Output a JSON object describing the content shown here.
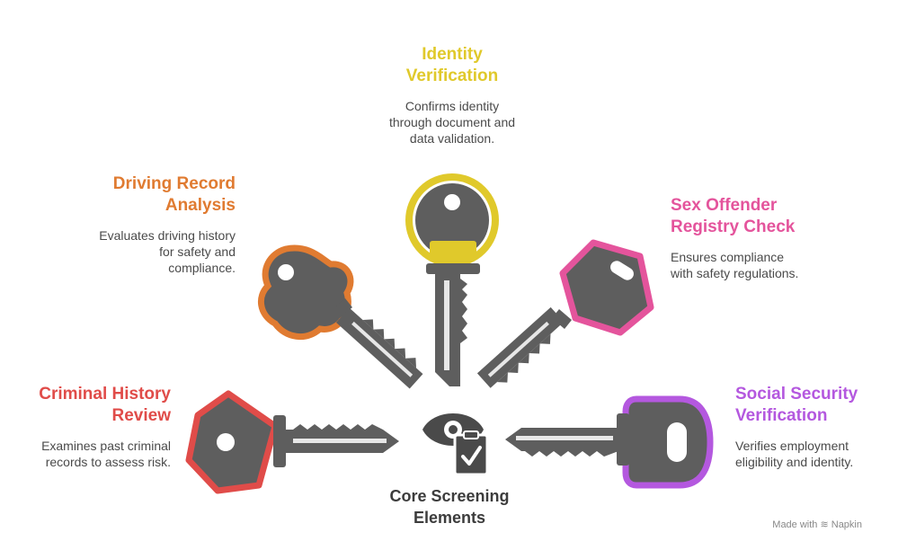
{
  "items": [
    {
      "title": "Identity\nVerification",
      "desc": "Confirms identity\nthrough document and\ndata validation.",
      "color": "#e0c92b"
    },
    {
      "title": "Driving Record\nAnalysis",
      "desc": "Evaluates driving history\nfor safety and\ncompliance.",
      "color": "#e07b31"
    },
    {
      "title": "Sex Offender\nRegistry Check",
      "desc": "Ensures compliance\nwith safety regulations.",
      "color": "#e4549c"
    },
    {
      "title": "Criminal History\nReview",
      "desc": "Examines past criminal\nrecords to assess risk.",
      "color": "#e04c49"
    },
    {
      "title": "Social Security\nVerification",
      "desc": "Verifies employment\neligibility and identity.",
      "color": "#b458df"
    }
  ],
  "center": {
    "title": "Core Screening\nElements",
    "icon": "eye-clipboard-check-icon"
  },
  "key_color": "#5e5e5e",
  "watermark": "Made with ≋ Napkin"
}
